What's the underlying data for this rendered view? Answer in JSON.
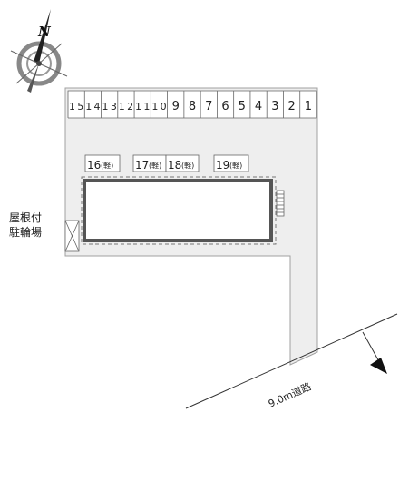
{
  "compass": {
    "north_label": "N",
    "icon": "compass-rose-icon"
  },
  "parking_main": [
    "15",
    "14",
    "13",
    "12",
    "11",
    "10",
    "9",
    "8",
    "7",
    "6",
    "5",
    "4",
    "3",
    "2",
    "1"
  ],
  "parking_light": [
    {
      "num": "16",
      "tag": "(軽)"
    },
    {
      "num": "17",
      "tag": "(軽)"
    },
    {
      "num": "18",
      "tag": "(軽)"
    },
    {
      "num": "19",
      "tag": "(軽)"
    }
  ],
  "bicycle_parking": {
    "line1": "屋根付",
    "line2": "駐輪場"
  },
  "road": {
    "label": "9.0m道路"
  },
  "colors": {
    "lot": "#eeeeee",
    "outline": "#999999",
    "building_wall": "#555555",
    "text": "#222222"
  }
}
